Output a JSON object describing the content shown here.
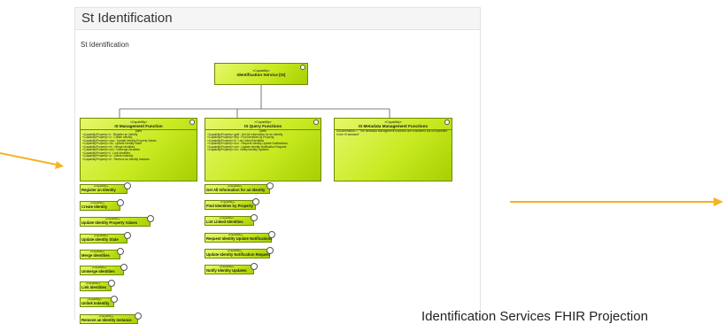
{
  "panel": {
    "title": "St Identification",
    "diagram_label": "St Identification"
  },
  "diagram": {
    "root": {
      "stereotype": "«Capability»",
      "name": "Identification Service (IS)"
    },
    "functions": [
      {
        "stereotype": "«Capability»",
        "name": "IS Management Function",
        "parts_label": "parts",
        "parts": [
          "«CapabilityProperty» ri : Register an Identity",
          "«CapabilityProperty» ci : Create Identity",
          "«CapabilityProperty» uipv : Update Identity Property Values",
          "«CapabilityProperty» uis : Update Identity State",
          "«CapabilityProperty» mi : Merge Identities",
          "«CapabilityProperty» umi : Unmerge Identities",
          "«CapabilityProperty» li : Link Identities",
          "«CapabilityProperty» ui : Unlink Indentity",
          "«CapabilityProperty» rii : Remove an Identity Instance"
        ]
      },
      {
        "stereotype": "«Capability»",
        "name": "IS Query Functions",
        "parts_label": "parts",
        "parts": [
          "«CapabilityProperty» gaiii : Get All Information for an Identity",
          "«CapabilityProperty» fibp : Find Identities by Property",
          "«CapabilityProperty» lli : List Linked Identities",
          "«CapabilityProperty» riun : Request Identity Update Notifications",
          "«CapabilityProperty» uinr : Update Identity Notification Request",
          "«CapabilityProperty» niu : Notify Identity Updates"
        ]
      },
      {
        "stereotype": "«Capability»",
        "name": "IS Metadata Management Functions",
        "documentation": "Documentation = \"The Metadata Management functions are considered but not specified in the IS standard\""
      }
    ],
    "management_items": [
      {
        "stereotype": "«Capability»",
        "name": "Register an Identity"
      },
      {
        "stereotype": "«Capability»",
        "name": "Create Identity"
      },
      {
        "stereotype": "«Capability»",
        "name": "Update Identity Property Values"
      },
      {
        "stereotype": "«Capability»",
        "name": "Update Identity State"
      },
      {
        "stereotype": "«Capability»",
        "name": "Merge Identities"
      },
      {
        "stereotype": "«Capability»",
        "name": "Unmerge Identities"
      },
      {
        "stereotype": "«Capability»",
        "name": "Link Identities"
      },
      {
        "stereotype": "«Capability»",
        "name": "Unlink Indentity"
      },
      {
        "stereotype": "«Capability»",
        "name": "Remove an Identity Instance"
      }
    ],
    "query_items": [
      {
        "stereotype": "«Capability»",
        "name": "Get All Information for an Identity"
      },
      {
        "stereotype": "«Capability»",
        "name": "Find Identities by Property"
      },
      {
        "stereotype": "«Capability»",
        "name": "List Linked Identities"
      },
      {
        "stereotype": "«Capability»",
        "name": "Request Identity Update Notifications"
      },
      {
        "stereotype": "«Capability»",
        "name": "Update Identity Notification Request"
      },
      {
        "stereotype": "«Capability»",
        "name": "Notify Identity Updates"
      }
    ]
  },
  "next_section_title": "Identification Services FHIR Projection",
  "colors": {
    "capability_fill": "#c8ea22",
    "capability_border": "#6f8a00",
    "arrow": "#f5b324"
  }
}
